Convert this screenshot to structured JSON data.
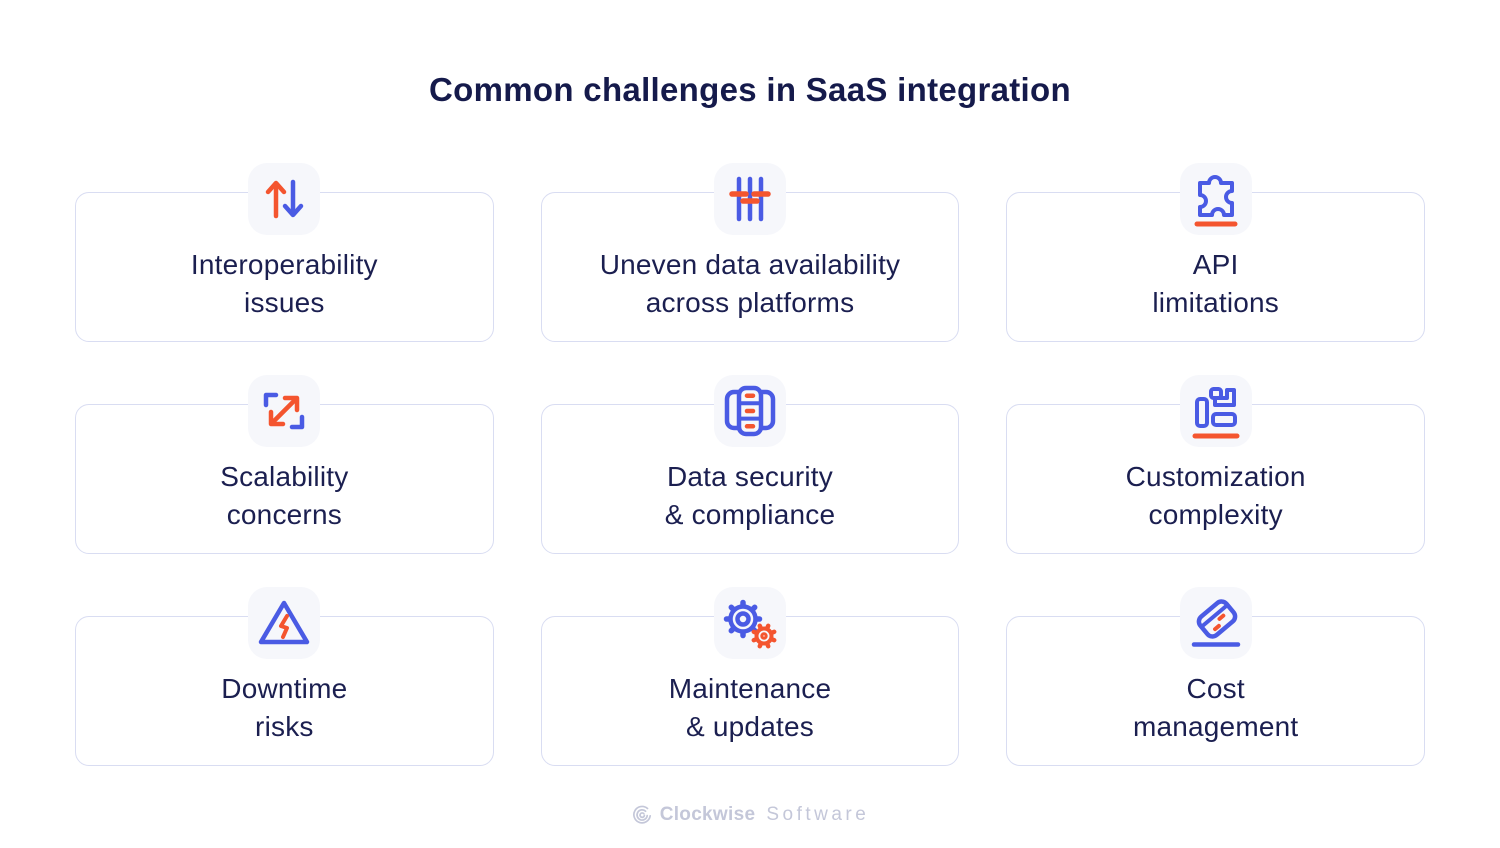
{
  "title": "Common challenges in SaaS integration",
  "colors": {
    "blue": "#4a5be4",
    "orange": "#f4552f",
    "navy_text": "#1b1f50",
    "title_navy": "#151a4b",
    "card_border": "#d9ddf2",
    "icon_background": "#f6f7fb",
    "footer_gray": "#c4c7d9"
  },
  "cards": [
    {
      "icon": "arrows-up-down-icon",
      "line1": "Interoperability",
      "line2": "issues"
    },
    {
      "icon": "sliders-icon",
      "line1": "Uneven data availability",
      "line2": "across platforms"
    },
    {
      "icon": "puzzle-piece-icon",
      "line1": "API",
      "line2": "limitations"
    },
    {
      "icon": "expand-arrows-icon",
      "line1": "Scalability",
      "line2": "concerns"
    },
    {
      "icon": "server-stack-icon",
      "line1": "Data security",
      "line2": "& compliance"
    },
    {
      "icon": "building-blocks-icon",
      "line1": "Customization",
      "line2": "complexity"
    },
    {
      "icon": "warning-lightning-icon",
      "line1": "Downtime",
      "line2": "risks"
    },
    {
      "icon": "gears-icon",
      "line1": "Maintenance",
      "line2": "& updates"
    },
    {
      "icon": "credit-card-icon",
      "line1": "Cost",
      "line2": "management"
    }
  ],
  "footer": {
    "brand_bold": "Clockwise",
    "brand_light": "Software"
  }
}
